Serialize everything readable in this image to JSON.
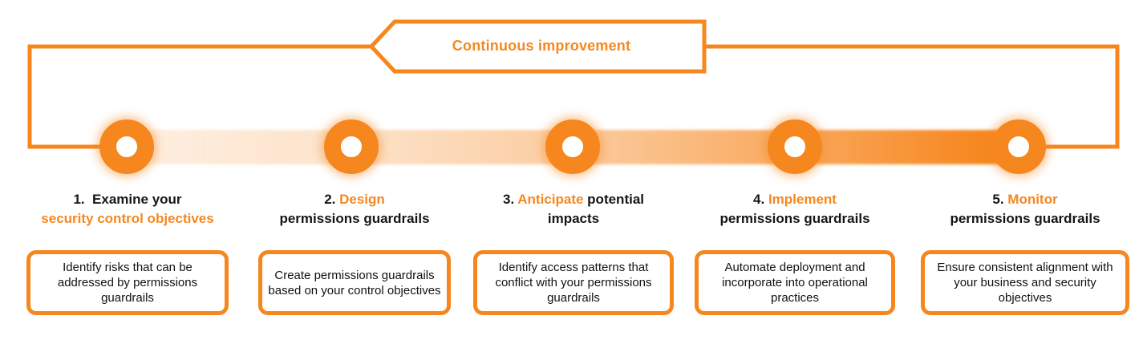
{
  "colors": {
    "accent_orange": "#F6871F",
    "band_light": "rgba(246,135,31,0.13)",
    "text_dark": "#161616"
  },
  "banner": {
    "label": "Continuous improvement"
  },
  "steps": [
    {
      "title_prefix": "1.  Examine your",
      "title_accent": "",
      "title_suffix": "",
      "title_line2": "security control objectives",
      "desc": "Identify risks that can be addressed by permissions guardrails"
    },
    {
      "title_prefix": "2. ",
      "title_accent": "Design",
      "title_suffix": "",
      "title_line2": "permissions guardrails",
      "desc": "Create permissions guardrails based on your control objectives"
    },
    {
      "title_prefix": "3. ",
      "title_accent": "Anticipate",
      "title_suffix": " potential",
      "title_line2": "impacts",
      "desc": "Identify access patterns that conflict with your permissions guardrails"
    },
    {
      "title_prefix": "4. ",
      "title_accent": "Implement",
      "title_suffix": "",
      "title_line2": "permissions guardrails",
      "desc": "Automate deployment and incorporate into operational practices"
    },
    {
      "title_prefix": "5. ",
      "title_accent": "Monitor",
      "title_suffix": "",
      "title_line2": "permissions guardrails",
      "desc": "Ensure consistent alignment with your business and security objectives"
    }
  ]
}
